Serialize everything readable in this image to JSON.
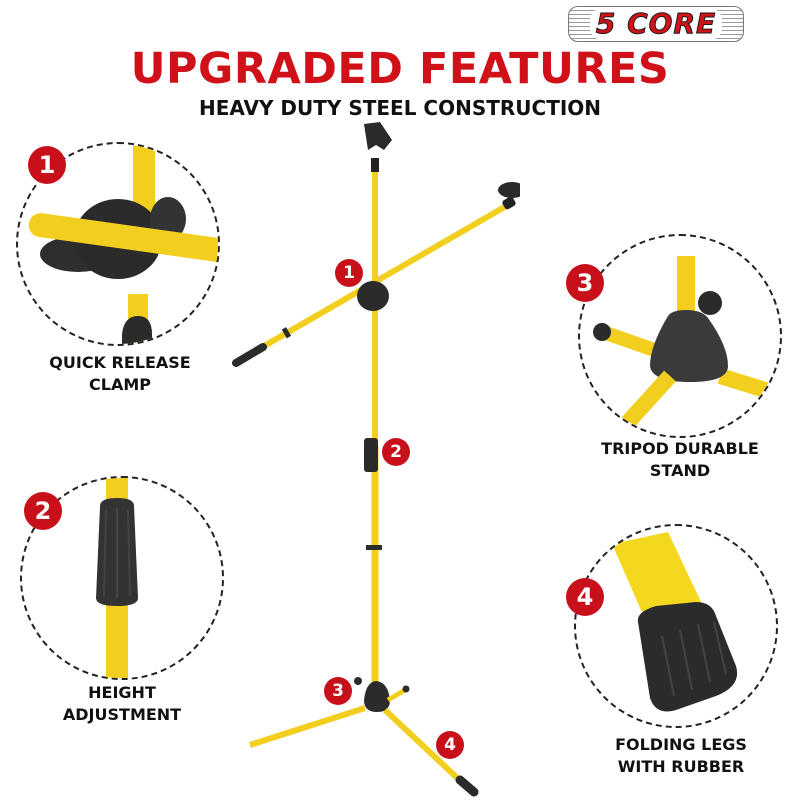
{
  "brand": {
    "logo_text": "5 CORE"
  },
  "header": {
    "title": "UPGRADED FEATURES",
    "subtitle": "HEAVY DUTY STEEL CONSTRUCTION"
  },
  "colors": {
    "accent_red": "#c8101a",
    "title_red": "#d0111a",
    "stand_yellow": "#f2cf1f",
    "rubber_black": "#2b2b2b"
  },
  "features": [
    {
      "number": "1",
      "label_line1": "QUICK RELEASE",
      "label_line2": "CLAMP",
      "icon": "clamp-closeup"
    },
    {
      "number": "2",
      "label_line1": "HEIGHT",
      "label_line2": "ADJUSTMENT",
      "icon": "height-knob-closeup"
    },
    {
      "number": "3",
      "label_line1": "TRIPOD DURABLE",
      "label_line2": "STAND",
      "icon": "tripod-base-closeup"
    },
    {
      "number": "4",
      "label_line1": "FOLDING LEGS",
      "label_line2": "WITH RUBBER",
      "icon": "rubber-foot-closeup"
    }
  ],
  "product_callouts": [
    "1",
    "2",
    "3",
    "4"
  ]
}
